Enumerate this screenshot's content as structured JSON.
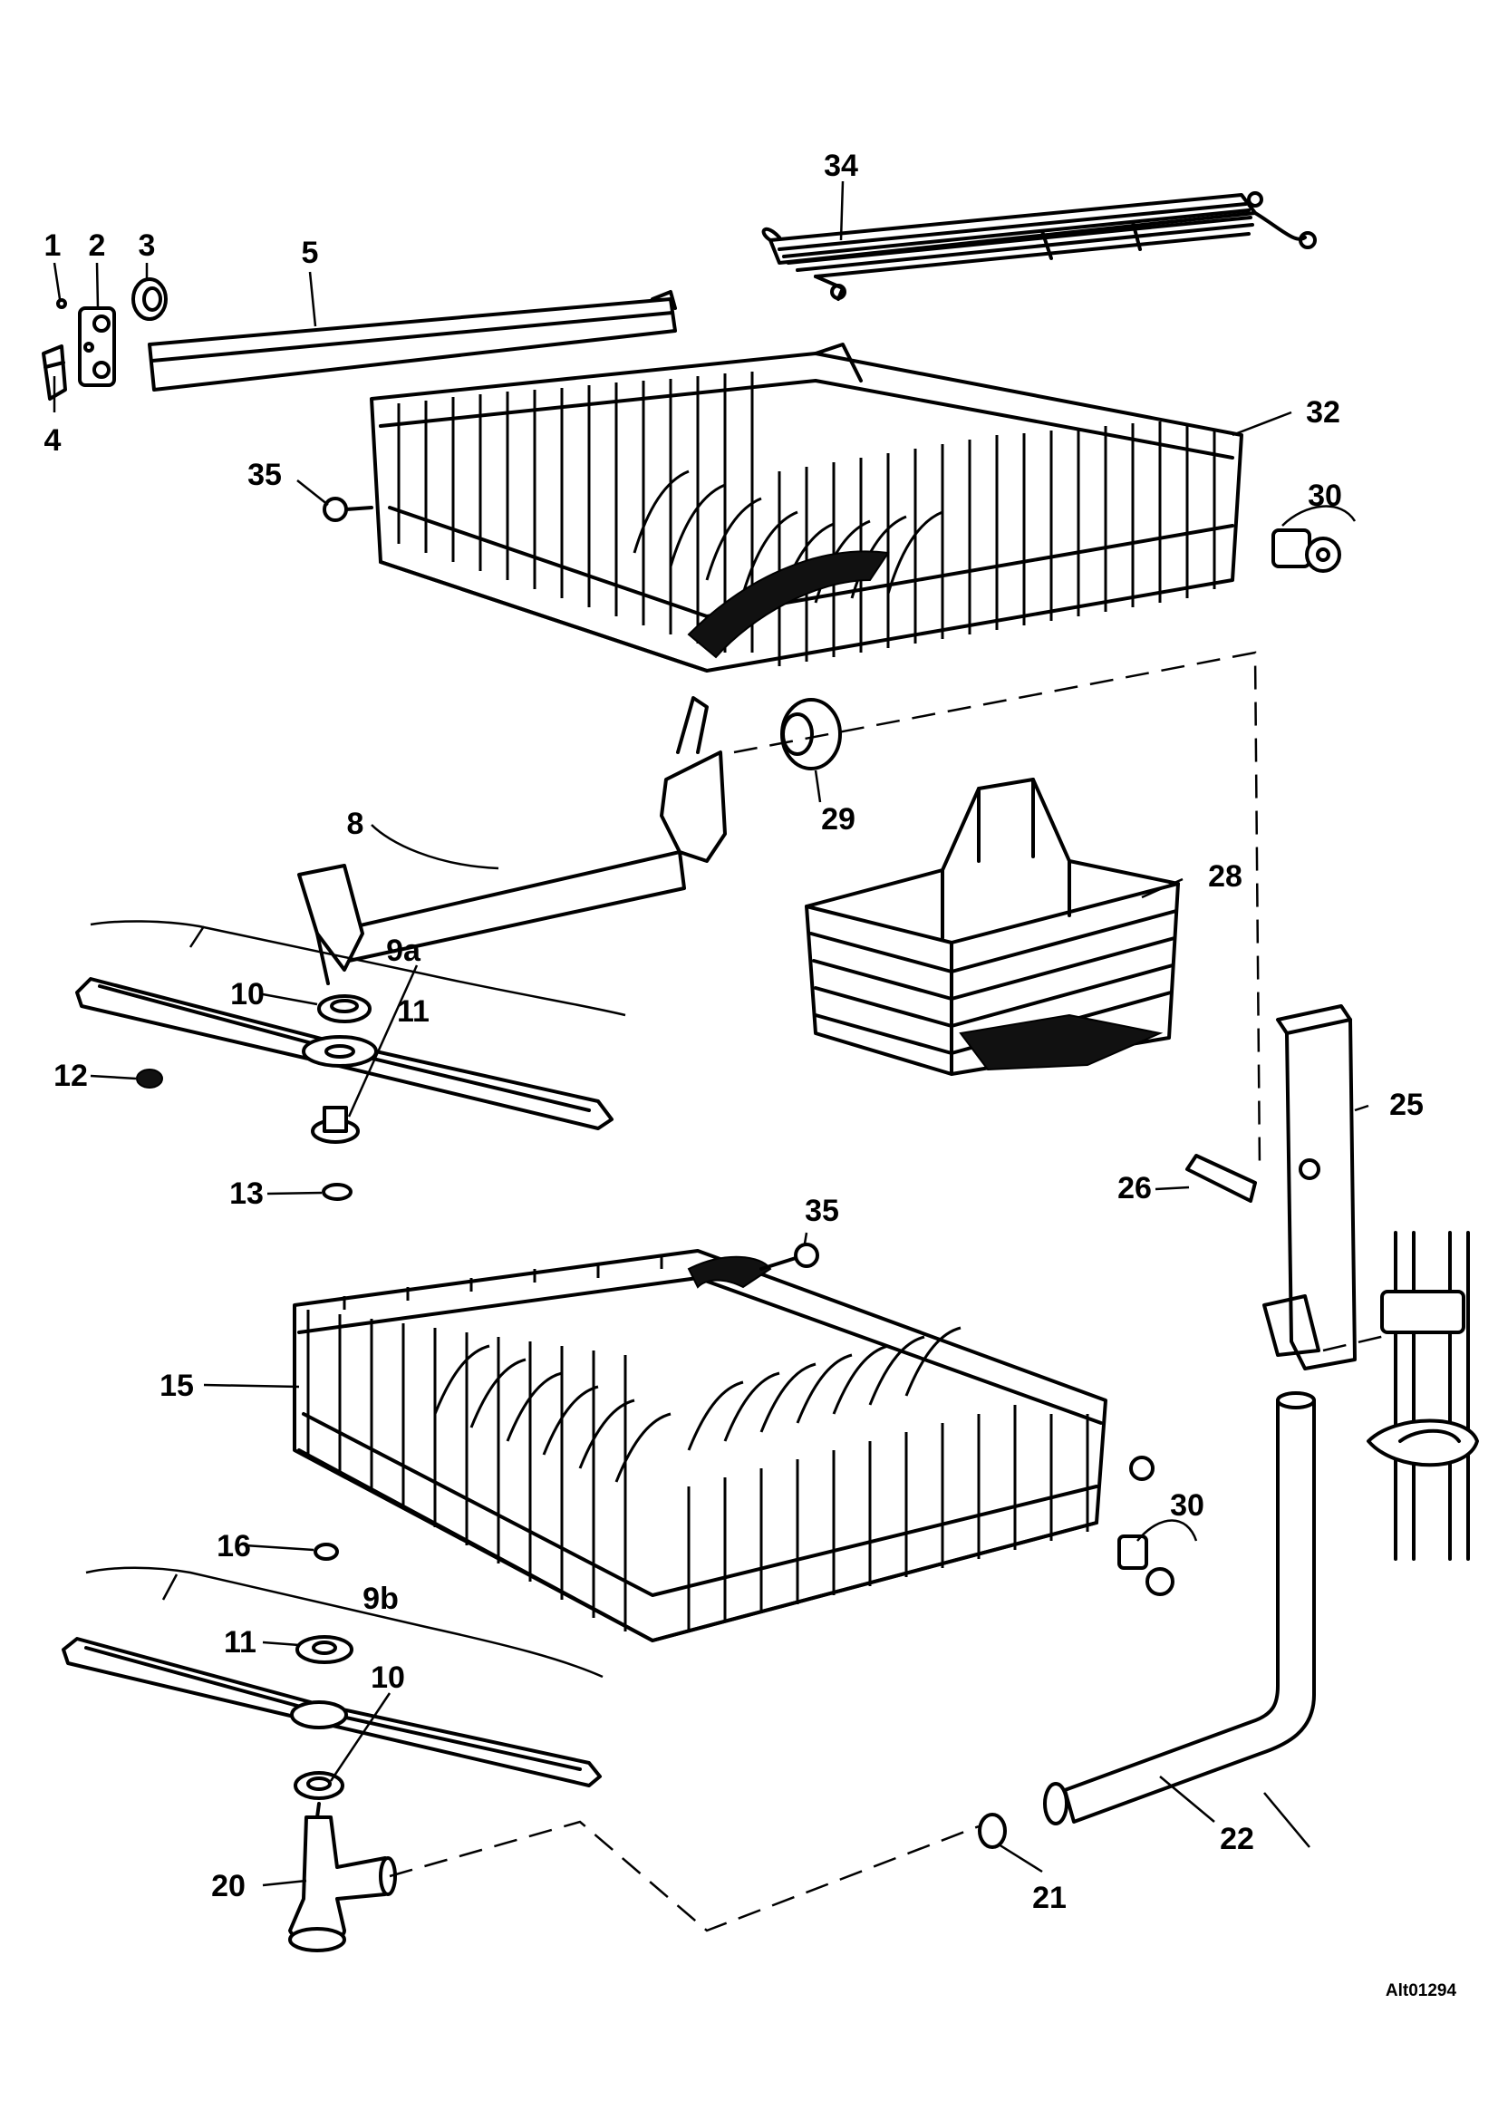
{
  "diagram": {
    "reference_code": "Alt01294",
    "callouts": [
      "1",
      "2",
      "3",
      "4",
      "5",
      "8",
      "9a",
      "9b",
      "10",
      "11",
      "12",
      "13",
      "15",
      "16",
      "20",
      "21",
      "22",
      "25",
      "26",
      "28",
      "29",
      "30",
      "32",
      "34",
      "35"
    ]
  },
  "labels": {
    "c1": "1",
    "c2": "2",
    "c3": "3",
    "c4": "4",
    "c5": "5",
    "c8": "8",
    "c9a": "9a",
    "c9b": "9b",
    "c10a": "10",
    "c10b": "10",
    "c11a": "11",
    "c11b": "11",
    "c12": "12",
    "c13": "13",
    "c15": "15",
    "c16": "16",
    "c20": "20",
    "c21": "21",
    "c22": "22",
    "c25": "25",
    "c26": "26",
    "c28": "28",
    "c29": "29",
    "c30a": "30",
    "c30b": "30",
    "c32": "32",
    "c34": "34",
    "c35a": "35",
    "c35b": "35"
  }
}
